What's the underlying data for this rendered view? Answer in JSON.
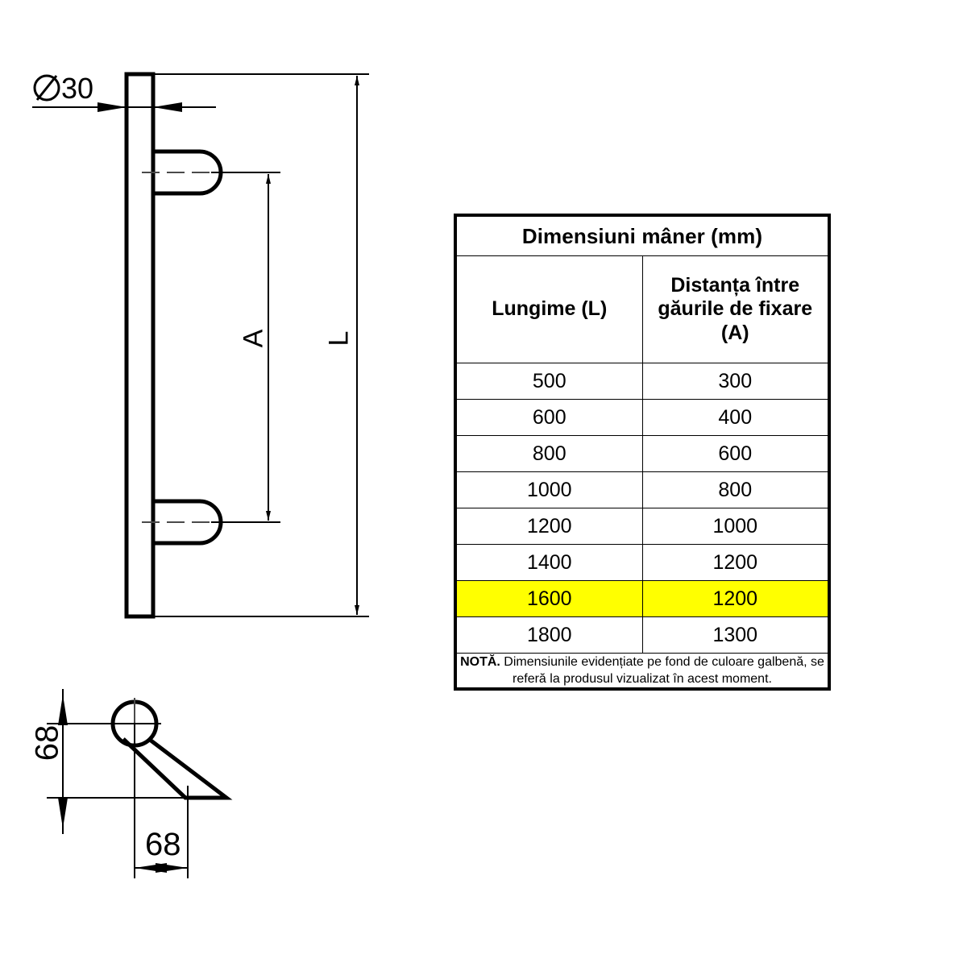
{
  "drawing": {
    "diameter_label": "⌀ 30",
    "diameter_value": "30",
    "dim_A_label": "A",
    "dim_L_label": "L",
    "section_height_label": "68",
    "section_width_label": "68",
    "line_color": "#000000",
    "background": "#ffffff"
  },
  "table": {
    "title": "Dimensiuni mâner (mm)",
    "columns": [
      "Lungime (L)",
      "Distanța între găurile de fixare (A)"
    ],
    "column_head_lines": [
      [
        "Lungime (L)"
      ],
      [
        "Distanța între",
        "găurile de fixare",
        "(A)"
      ]
    ],
    "rows": [
      {
        "length": "500",
        "hole_distance": "300",
        "highlighted": false
      },
      {
        "length": "600",
        "hole_distance": "400",
        "highlighted": false
      },
      {
        "length": "800",
        "hole_distance": "600",
        "highlighted": false
      },
      {
        "length": "1000",
        "hole_distance": "800",
        "highlighted": false
      },
      {
        "length": "1200",
        "hole_distance": "1000",
        "highlighted": false
      },
      {
        "length": "1400",
        "hole_distance": "1200",
        "highlighted": false
      },
      {
        "length": "1600",
        "hole_distance": "1200",
        "highlighted": true
      },
      {
        "length": "1800",
        "hole_distance": "1300",
        "highlighted": false
      }
    ],
    "note_prefix": "NOTĂ.",
    "note_text": " Dimensiunile evidențiate pe fond de culoare galbenă, se referă la produsul vizualizat în acest moment.",
    "highlight_color": "#ffff00",
    "border_color": "#000000"
  }
}
